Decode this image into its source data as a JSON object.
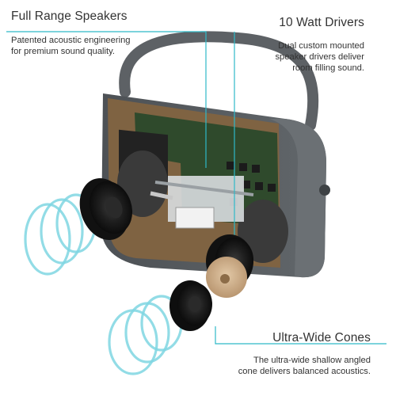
{
  "callouts": {
    "full_range": {
      "title": "Full Range Speakers",
      "description_line1": "Patented acoustic engineering",
      "description_line2": "for premium sound quality."
    },
    "drivers": {
      "title": "10 Watt Drivers",
      "description_line1": "Dual custom mounted",
      "description_line2": "speaker drivers deliver",
      "description_line3": "room filling sound."
    },
    "cones": {
      "title": "Ultra-Wide Cones",
      "description_line1": "The ultra-wide shallow angled",
      "description_line2": "cone delivers balanced acoustics."
    }
  },
  "colors": {
    "accent_line": "#2fb9c8",
    "sound_wave": "#7fd6e2",
    "cabinet": "#5b5f63",
    "wood": "#8a6a45",
    "pcb": "#2f4a2c"
  },
  "product_icon": "radio-speaker-exploded-view"
}
